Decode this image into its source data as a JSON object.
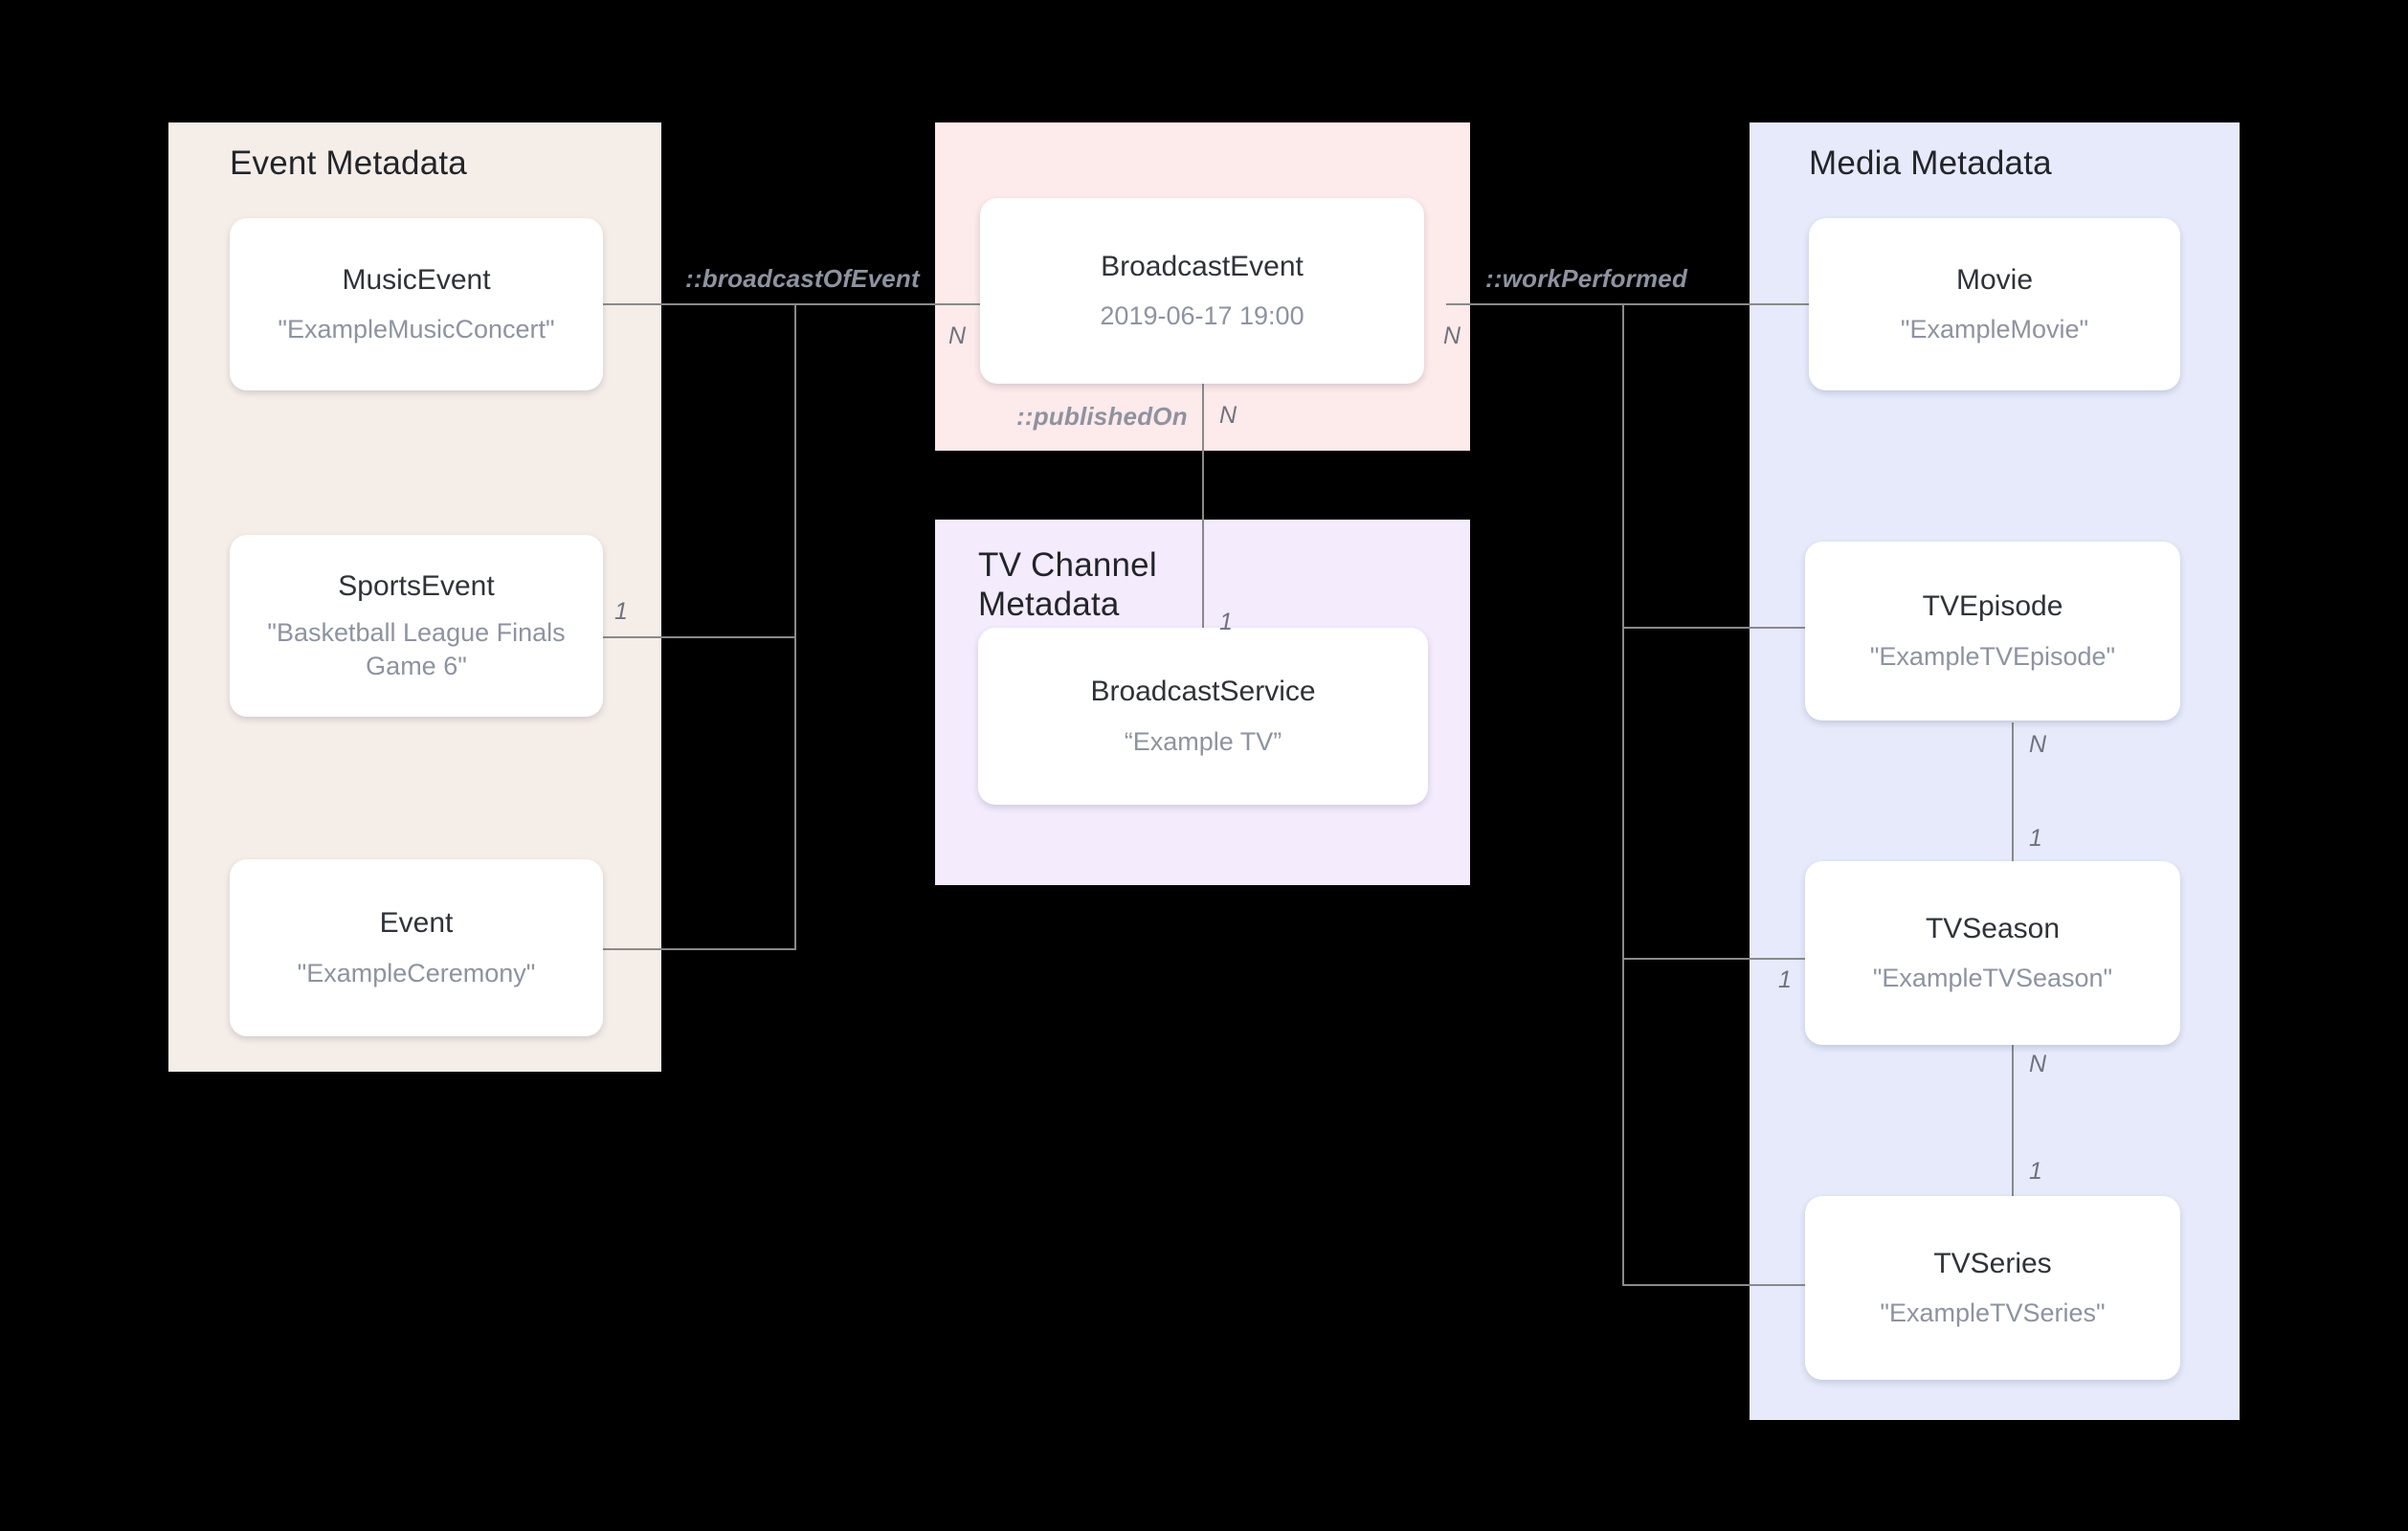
{
  "diagram": {
    "title_hidden": "Broadcast / Media metadata entity relationship diagram",
    "groups": [
      {
        "id": "event",
        "title": "Event Metadata",
        "color": "#F5EDE8"
      },
      {
        "id": "broadcast",
        "title": "",
        "color": "#FDEAEA"
      },
      {
        "id": "channel",
        "title": "TV Channel\nMetadata",
        "color": "#F4EBFD"
      },
      {
        "id": "media",
        "title": "Media Metadata",
        "color": "#E6EAFB"
      }
    ],
    "nodes": [
      {
        "id": "musicevent",
        "name": "MusicEvent",
        "value": "\"ExampleMusicConcert\""
      },
      {
        "id": "sportsevent",
        "name": "SportsEvent",
        "value": "\"Basketball League Finals Game 6\""
      },
      {
        "id": "event",
        "name": "Event",
        "value": "\"ExampleCeremony\""
      },
      {
        "id": "broadcastevent",
        "name": "BroadcastEvent",
        "value": "2019-06-17 19:00"
      },
      {
        "id": "broadcastservice",
        "name": "BroadcastService",
        "value": "“Example TV”"
      },
      {
        "id": "movie",
        "name": "Movie",
        "value": "\"ExampleMovie\""
      },
      {
        "id": "tvepisode",
        "name": "TVEpisode",
        "value": "\"ExampleTVEpisode\""
      },
      {
        "id": "tvseason",
        "name": "TVSeason",
        "value": "\"ExampleTVSeason\""
      },
      {
        "id": "tvseries",
        "name": "TVSeries",
        "value": "\"ExampleTVSeries\""
      }
    ],
    "relations": [
      {
        "id": "broadcastOfEvent",
        "label": "::broadcastOfEvent",
        "source_mult": "1",
        "target_mult": "N"
      },
      {
        "id": "workPerformed",
        "label": "::workPerformed",
        "source_mult": "N",
        "target_mult": "1"
      },
      {
        "id": "publishedOn",
        "label": "::publishedOn",
        "source_mult": "N",
        "target_mult": "1"
      },
      {
        "id": "partOfSeason",
        "label": "",
        "source_mult": "N",
        "target_mult": "1"
      },
      {
        "id": "partOfSeries",
        "label": "",
        "source_mult": "N",
        "target_mult": "1"
      }
    ],
    "multiplicity_markers": {
      "sportsevent_right": "1",
      "broadcastevent_left": "N",
      "broadcastevent_right": "N",
      "broadcastevent_bottom": "N",
      "broadcastservice_top": "1",
      "tvepisode_bottom": "N",
      "tvseason_top": "1",
      "tvseason_left": "1",
      "tvseason_bottom": "N",
      "tvseries_top": "1"
    },
    "edge_labels": {
      "broadcastOfEvent": "::broadcastOfEvent",
      "workPerformed": "::workPerformed",
      "publishedOn": "::publishedOn"
    }
  }
}
